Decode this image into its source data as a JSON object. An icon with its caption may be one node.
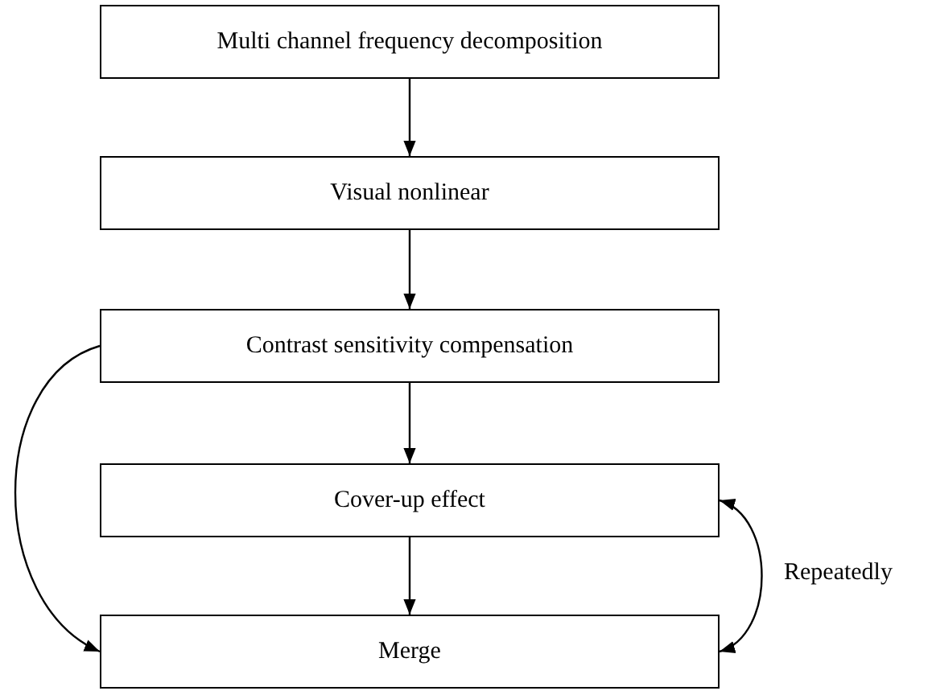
{
  "diagram": {
    "nodes": [
      {
        "text": [
          "Multi channel frequency decomposition"
        ]
      },
      {
        "text": [
          "Visual nonlinear"
        ]
      },
      {
        "text": [
          "Contrast sensitivity compensation"
        ]
      },
      {
        "text": [
          "Cover-up effect"
        ]
      },
      {
        "text": [
          "Merge"
        ]
      }
    ],
    "edges": [
      {
        "from": 0,
        "to": 1,
        "arrow": "to"
      },
      {
        "from": 1,
        "to": 2,
        "arrow": "to"
      },
      {
        "from": 2,
        "to": 3,
        "arrow": "to"
      },
      {
        "from": 3,
        "to": 4,
        "arrow": "to"
      },
      {
        "from": 2,
        "to": 4,
        "arrow": "to"
      },
      {
        "from": 3,
        "to": 4,
        "arrow": "both",
        "label": "Repeatedly"
      }
    ]
  }
}
